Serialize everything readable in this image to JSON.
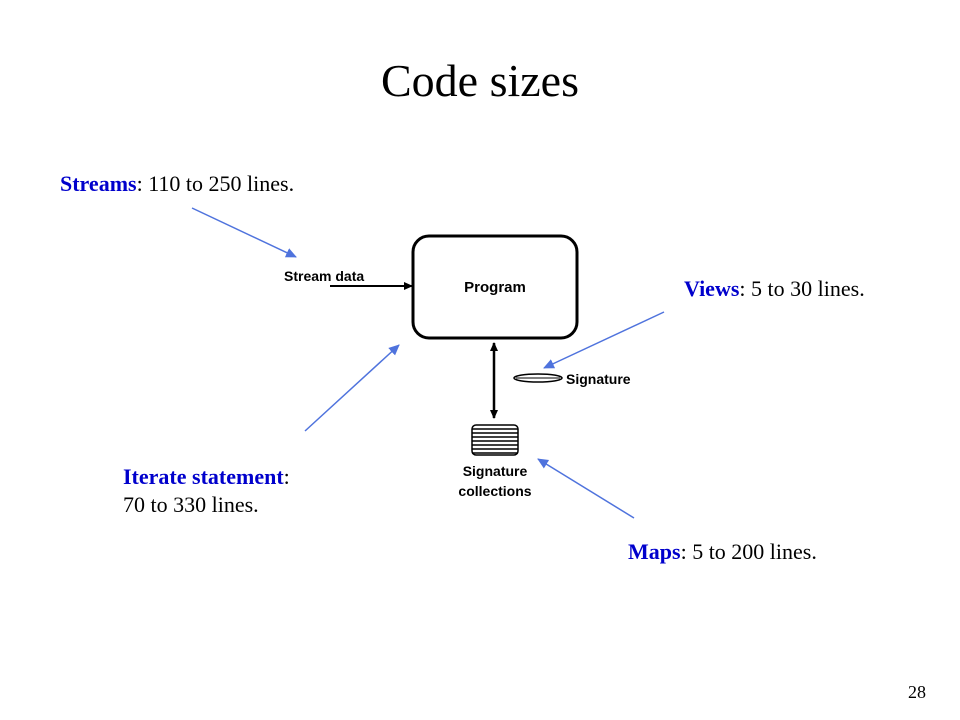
{
  "slide": {
    "title": "Code sizes",
    "page_number": "28"
  },
  "callouts": {
    "streams": {
      "keyword": "Streams",
      "separator": ":",
      "detail": " 110 to 250 lines."
    },
    "views": {
      "keyword": "Views",
      "separator": ":",
      "detail": " 5 to 30 lines."
    },
    "iterate": {
      "keyword": "Iterate statement",
      "separator": ":",
      "detail": "70 to 330 lines."
    },
    "maps": {
      "keyword": "Maps",
      "separator": ":",
      "detail": " 5 to 200 lines."
    }
  },
  "diagram": {
    "program_label": "Program",
    "stream_data_label": "Stream data",
    "signature_label": "Signature",
    "collections_label_line1": "Signature",
    "collections_label_line2": "collections"
  },
  "colors": {
    "accent_text": "#0000cc",
    "arrow": "#5b7fe0",
    "diagram_stroke": "#000000"
  }
}
